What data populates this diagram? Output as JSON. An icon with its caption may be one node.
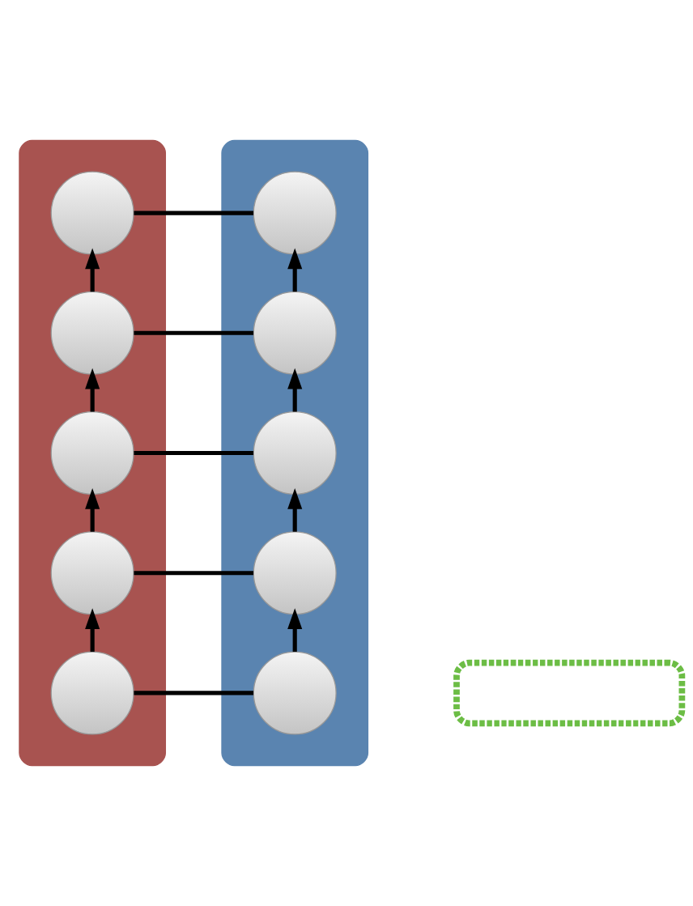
{
  "diagram": {
    "nodes": [
      {
        "text": [],
        "shape": "box"
      },
      {
        "text": [],
        "shape": "circle",
        "in": 0
      },
      {
        "text": [],
        "shape": "circle",
        "in": 0
      },
      {
        "text": [],
        "shape": "circle",
        "in": 0
      },
      {
        "text": [],
        "shape": "circle",
        "in": 0
      },
      {
        "text": [],
        "shape": "circle",
        "in": 0
      },
      {
        "text": [],
        "shape": "box"
      },
      {
        "text": [],
        "shape": "circle",
        "in": 6
      },
      {
        "text": [],
        "shape": "circle",
        "in": 6
      },
      {
        "text": [],
        "shape": "circle",
        "in": 6
      },
      {
        "text": [],
        "shape": "circle",
        "in": 6
      },
      {
        "text": [],
        "shape": "circle",
        "in": 6
      },
      {
        "text": [],
        "shape": "box"
      }
    ],
    "edges": [
      {
        "from": 2,
        "to": 1,
        "arrow": "to"
      },
      {
        "from": 3,
        "to": 2,
        "arrow": "to"
      },
      {
        "from": 4,
        "to": 3,
        "arrow": "to"
      },
      {
        "from": 5,
        "to": 4,
        "arrow": "to"
      },
      {
        "from": 8,
        "to": 7,
        "arrow": "to"
      },
      {
        "from": 9,
        "to": 8,
        "arrow": "to"
      },
      {
        "from": 10,
        "to": 9,
        "arrow": "to"
      },
      {
        "from": 11,
        "to": 10,
        "arrow": "to"
      },
      {
        "from": 1,
        "to": 7,
        "arrow": "none"
      },
      {
        "from": 2,
        "to": 8,
        "arrow": "none"
      },
      {
        "from": 3,
        "to": 9,
        "arrow": "none"
      },
      {
        "from": 4,
        "to": 10,
        "arrow": "none"
      },
      {
        "from": 5,
        "to": 11,
        "arrow": "none"
      }
    ]
  }
}
